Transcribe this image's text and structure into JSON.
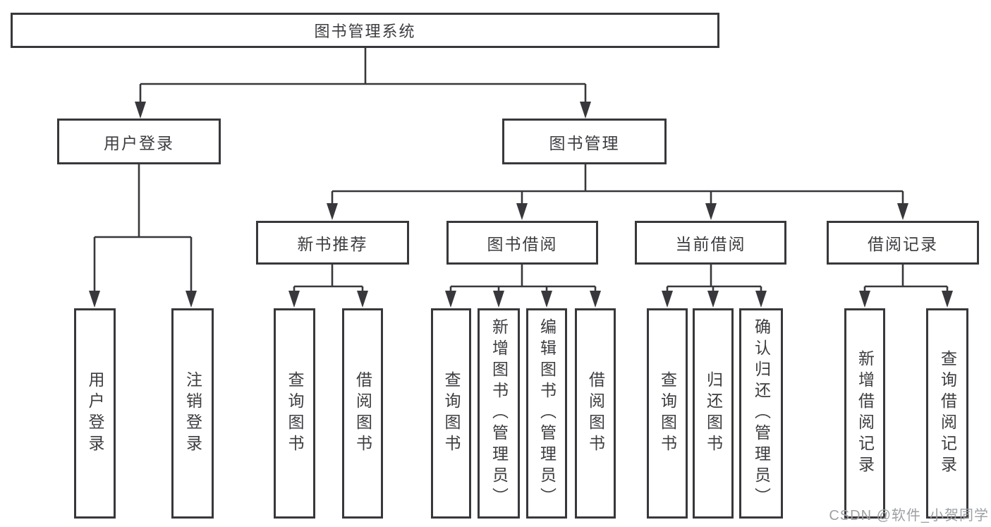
{
  "tree": {
    "label": "图书管理系统",
    "children": [
      {
        "label": "用户登录",
        "children": [
          {
            "label": "用户登录"
          },
          {
            "label": "注销登录"
          }
        ]
      },
      {
        "label": "图书管理",
        "children": [
          {
            "label": "新书推荐",
            "children": [
              {
                "label": "查询图书"
              },
              {
                "label": "借阅图书"
              }
            ]
          },
          {
            "label": "图书借阅",
            "children": [
              {
                "label": "查询图书"
              },
              {
                "label": "新增图书（管理员）"
              },
              {
                "label": "编辑图书（管理员）"
              },
              {
                "label": "借阅图书"
              }
            ]
          },
          {
            "label": "当前借阅",
            "children": [
              {
                "label": "查询图书"
              },
              {
                "label": "归还图书"
              },
              {
                "label": "确认归还（管理员）"
              }
            ]
          },
          {
            "label": "借阅记录",
            "children": [
              {
                "label": "新增借阅记录"
              },
              {
                "label": "查询借阅记录"
              }
            ]
          }
        ]
      }
    ]
  },
  "watermark": {
    "text": "CSDN @软件_小贺同学"
  },
  "colors": {
    "line": "#38383c",
    "text": "#3d3d41",
    "box_background": "#ffffff",
    "page_background": "#ffffff",
    "watermark": "#9da0a4"
  }
}
